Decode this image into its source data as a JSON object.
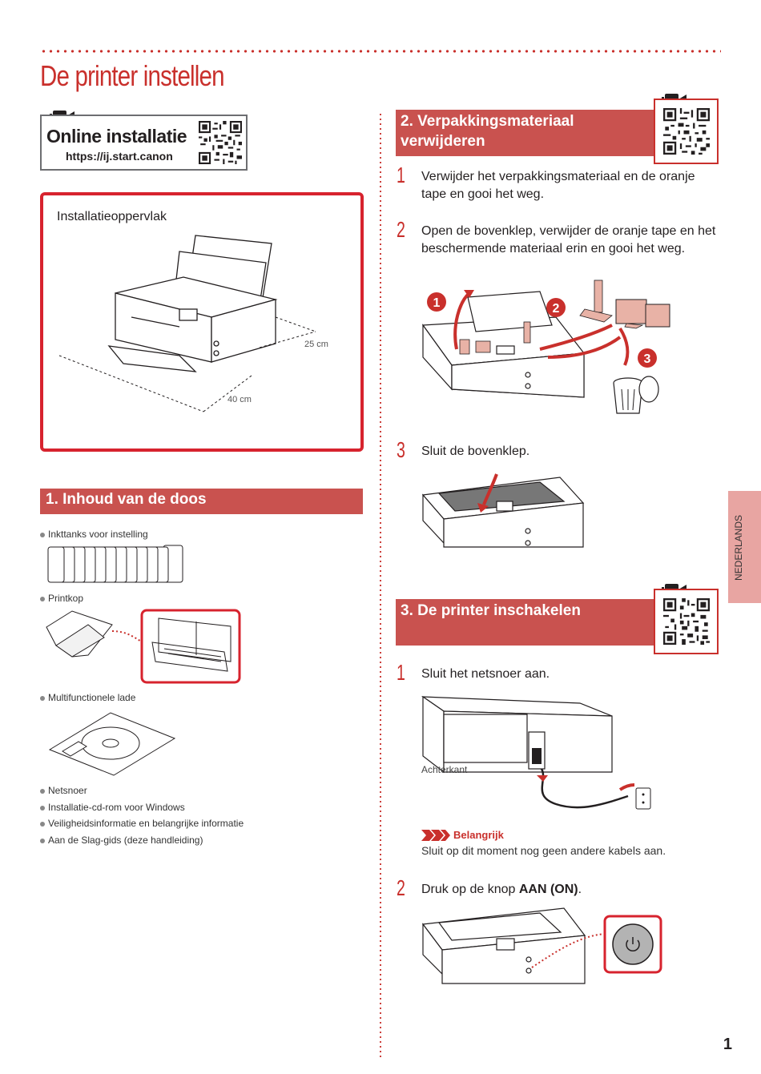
{
  "page": {
    "title": "De printer instellen",
    "page_number": "1",
    "language_tab": "NEDERLANDS"
  },
  "online": {
    "title": "Online installatie",
    "url": "https://ij.start.canon"
  },
  "surface": {
    "label": "Installatieoppervlak",
    "dim_side": "25 cm",
    "dim_front": "40 cm"
  },
  "section1": {
    "heading": "1. Inhoud van de doos",
    "items": [
      "Inkttanks voor instelling",
      "Printkop",
      "Multifunctionele lade",
      "Netsnoer",
      "Installatie-cd-rom voor Windows",
      "Veiligheidsinformatie en belangrijke informatie",
      "Aan de Slag-gids (deze handleiding)"
    ]
  },
  "section2": {
    "heading_line1": "2. Verpakkingsmateriaal",
    "heading_line2": "verwijderen",
    "steps": [
      {
        "num": "1",
        "text": "Verwijder het verpakkingsmateriaal en de oranje tape en gooi het weg."
      },
      {
        "num": "2",
        "text": "Open de bovenklep, verwijder de oranje tape en het beschermende materiaal erin en gooi het weg."
      },
      {
        "num": "3",
        "text": "Sluit de bovenklep."
      }
    ],
    "callouts": [
      "1",
      "2",
      "3"
    ]
  },
  "section3": {
    "heading": "3. De printer inschakelen",
    "steps": [
      {
        "num": "1",
        "text": "Sluit het netsnoer aan."
      },
      {
        "num": "2",
        "text_before": "Druk op de knop ",
        "text_bold": "AAN (ON)",
        "text_after": "."
      }
    ],
    "back_label": "Achterkant",
    "important_label": "Belangrijk",
    "important_text": "Sluit op dit moment nog geen andere kabels aan."
  },
  "colors": {
    "accent": "#c9302c",
    "section_bar": "#c9524f",
    "tab": "#e8a5a2",
    "orange_material": "#e8b2a6"
  }
}
